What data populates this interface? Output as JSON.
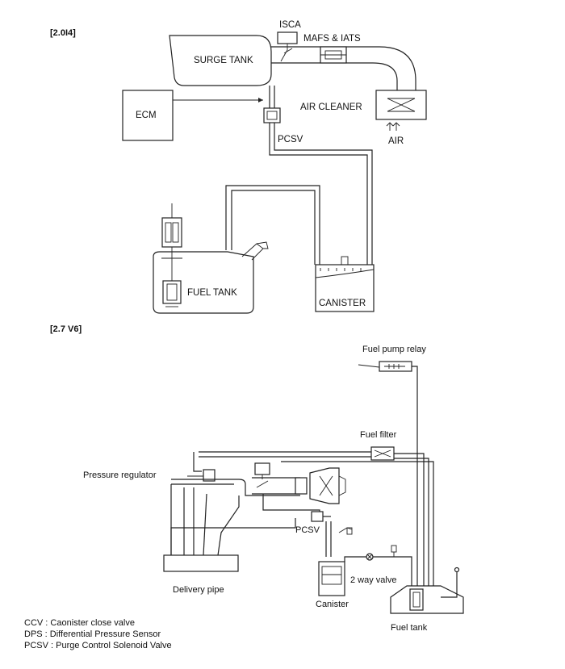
{
  "sections": {
    "top": "[2.0I4]",
    "bottom": "[2.7 V6]"
  },
  "top": {
    "isca": "ISCA",
    "mafs": "MAFS & IATS",
    "surge_tank": "SURGE TANK",
    "ecm": "ECM",
    "air_cleaner": "AIR CLEANER",
    "air": "AIR",
    "pcsv": "PCSV",
    "fuel_tank": "FUEL TANK",
    "canister": "CANISTER"
  },
  "bottom": {
    "fuel_pump_relay": "Fuel pump relay",
    "fuel_filter": "Fuel filter",
    "pressure_regulator": "Pressure regulator",
    "pcsv": "PCSV",
    "two_way_valve": "2 way valve",
    "delivery_pipe": "Delivery pipe",
    "canister": "Canister",
    "fuel_tank": "Fuel tank"
  },
  "legend": [
    "CCV : Caonister close valve",
    "DPS : Differential Pressure Sensor",
    "PCSV : Purge Control Solenoid Valve"
  ]
}
